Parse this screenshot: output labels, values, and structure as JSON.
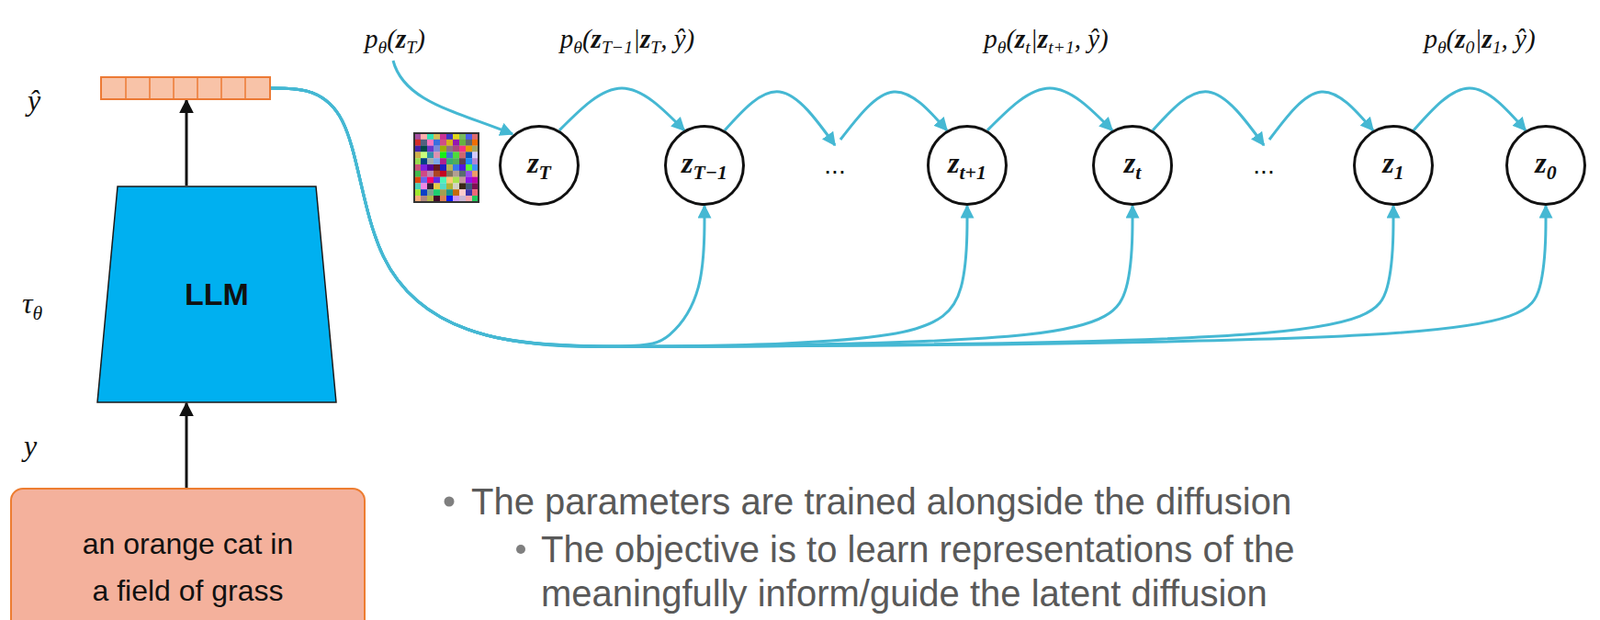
{
  "diagram": {
    "nodes": [
      {
        "text": [
          "ŷ"
        ]
      },
      {
        "text": [
          "LLM"
        ]
      },
      {
        "text": [
          "an orange cat in a field of grass"
        ]
      },
      {
        "text": [
          "zT"
        ]
      },
      {
        "text": [
          "zT−1"
        ]
      },
      {
        "text": [
          "zt+1"
        ]
      },
      {
        "text": [
          "zt"
        ]
      },
      {
        "text": [
          "z1"
        ]
      },
      {
        "text": [
          "z0"
        ]
      }
    ],
    "edges": [
      {
        "from": 2,
        "to": 1,
        "arrow": "to"
      },
      {
        "from": 1,
        "to": 0,
        "arrow": "to"
      },
      {
        "from": 3,
        "to": 4,
        "arrow": "to"
      },
      {
        "from": 4,
        "to": 5,
        "arrow": "to"
      },
      {
        "from": 5,
        "to": 6,
        "arrow": "to"
      },
      {
        "from": 6,
        "to": 7,
        "arrow": "to"
      },
      {
        "from": 7,
        "to": 8,
        "arrow": "to"
      },
      {
        "from": 0,
        "to": 4,
        "arrow": "to"
      },
      {
        "from": 0,
        "to": 5,
        "arrow": "to"
      },
      {
        "from": 0,
        "to": 6,
        "arrow": "to"
      },
      {
        "from": 0,
        "to": 7,
        "arrow": "to"
      },
      {
        "from": 0,
        "to": 8,
        "arrow": "to"
      }
    ],
    "labels": [
      "τθ",
      "y",
      "pθ(zT)",
      "pθ(zT−1|zT, ŷ)",
      "pθ(zt|zt+1, ŷ)",
      "pθ(z0|z1, ŷ)",
      "...",
      "...",
      "The parameters are trained alongside the diffusion",
      "The objective is to learn representations of the",
      "meaningfully inform/guide the latent diffusion"
    ]
  }
}
